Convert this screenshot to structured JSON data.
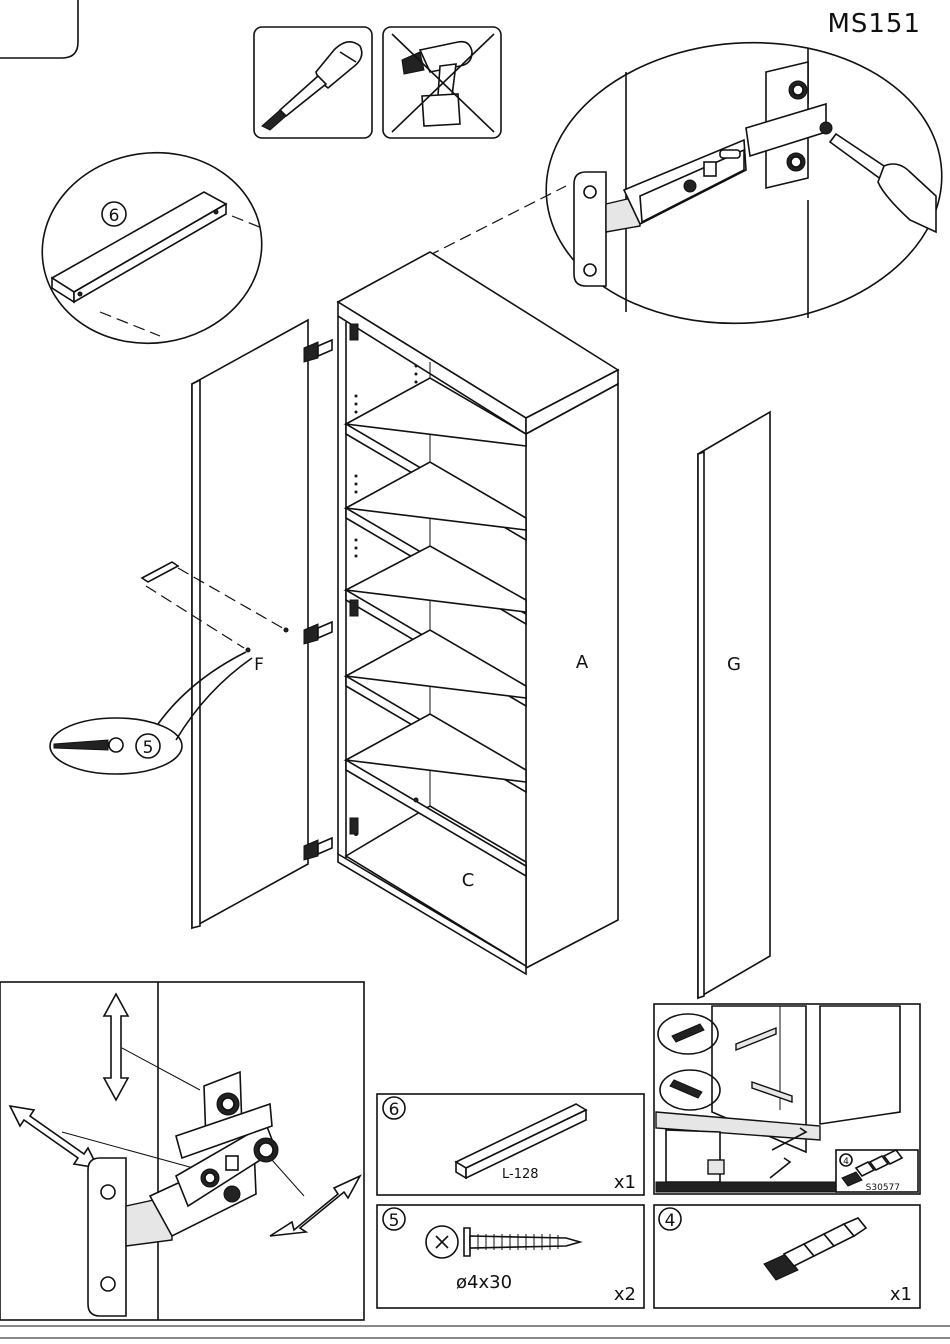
{
  "model_code": "MS151",
  "part_labels": {
    "A": "A",
    "C": "C",
    "F": "F",
    "G": "G"
  },
  "callouts": {
    "handle": "6",
    "screw": "5"
  },
  "parts": [
    {
      "number": "6",
      "label": "L-128",
      "qty": "x1"
    },
    {
      "number": "5",
      "label": "ø4x30",
      "qty": "x2"
    },
    {
      "number": "4",
      "label": "",
      "qty": "x1"
    }
  ],
  "inset_code": "S30577",
  "inset_callout": "4",
  "icons": [
    "screwdriver-icon",
    "no-power-drill-icon"
  ]
}
